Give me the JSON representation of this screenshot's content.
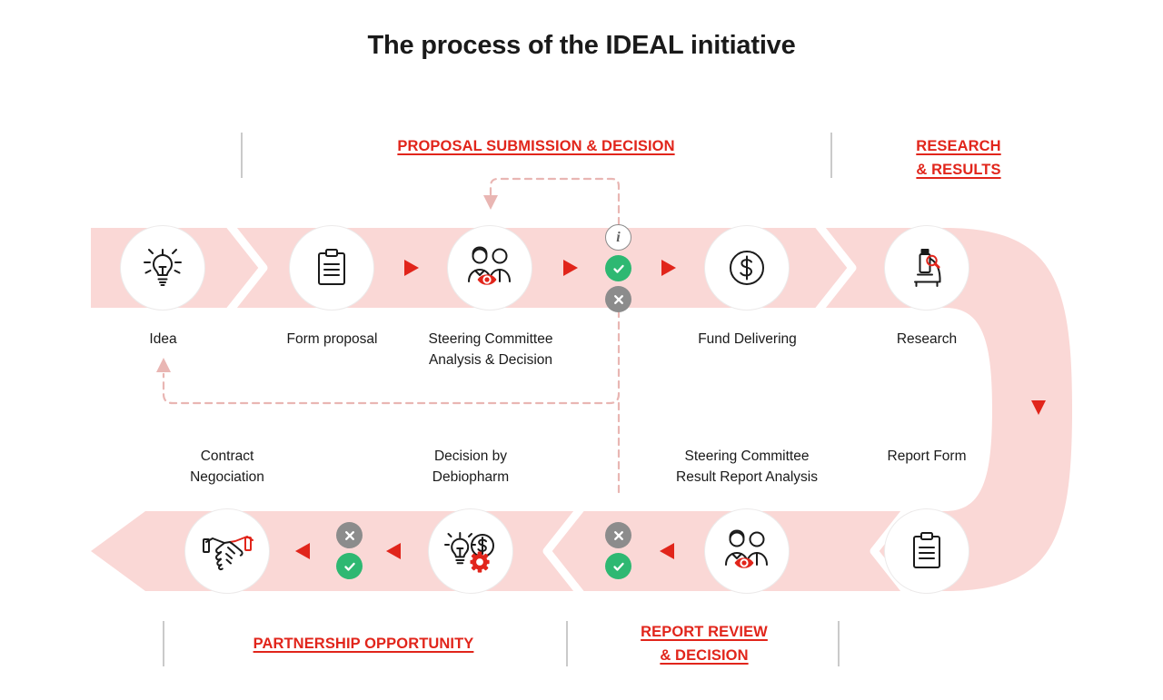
{
  "title": "The process of the IDEAL initiative",
  "colors": {
    "accent_red": "#e1251b",
    "band_pink": "#fad8d6",
    "badge_green": "#2eb872",
    "badge_grey": "#8c8c8c",
    "text": "#1a1a1a",
    "divider": "#bdbdbd",
    "dashed": "#e9b6b3"
  },
  "sections": {
    "proposal": [
      "PROPOSAL SUBMISSION & DECISION"
    ],
    "research": [
      "RESEARCH",
      "& RESULTS"
    ],
    "partnership": [
      "PARTNERSHIP OPPORTUNITY"
    ],
    "report": [
      "REPORT REVIEW",
      "& DECISION"
    ]
  },
  "top_row": {
    "direction": "left-to-right",
    "steps": [
      {
        "label": "Idea",
        "icon": "lightbulb-icon"
      },
      {
        "label": "Form proposal",
        "icon": "clipboard-icon"
      },
      {
        "label": "Steering Committee\nAnalysis & Decision",
        "icon": "committee-review-icon"
      },
      {
        "label": "Fund Delivering",
        "icon": "dollar-circle-icon"
      },
      {
        "label": "Research",
        "icon": "microscope-icon"
      }
    ]
  },
  "bottom_row": {
    "direction": "right-to-left",
    "steps": [
      {
        "label": "Report Form",
        "icon": "clipboard-icon"
      },
      {
        "label": "Steering Committee\nResult Report Analysis",
        "icon": "committee-review-icon"
      },
      {
        "label": "Decision by\nDebiopharm",
        "icon": "idea-funding-icon"
      },
      {
        "label": "Contract\nNegociation",
        "icon": "handshake-icon"
      }
    ]
  },
  "decision_gates": {
    "proposal_gate": {
      "badges": [
        {
          "kind": "info",
          "glyph": "i",
          "name": "info-badge"
        },
        {
          "kind": "approved",
          "glyph": "✓",
          "name": "approved-badge"
        },
        {
          "kind": "rejected",
          "glyph": "✕",
          "name": "rejected-badge"
        }
      ]
    },
    "partnership_gate": {
      "badges": [
        {
          "kind": "rejected",
          "glyph": "✕",
          "name": "rejected-badge"
        },
        {
          "kind": "approved",
          "glyph": "✓",
          "name": "approved-badge"
        }
      ]
    },
    "report_gate": {
      "badges": [
        {
          "kind": "rejected",
          "glyph": "✕",
          "name": "rejected-badge"
        },
        {
          "kind": "approved",
          "glyph": "✓",
          "name": "approved-badge"
        }
      ]
    }
  }
}
